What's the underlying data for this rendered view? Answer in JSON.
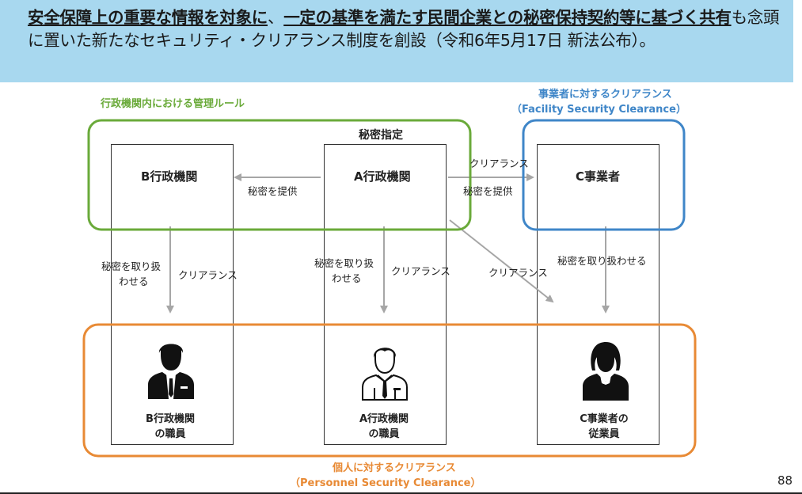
{
  "header": {
    "part1_bold": "安全保障上の重要な情報を対象に",
    "part2": "、",
    "part3_bold": "一定の基準を満たす民間企業との秘密保持契約等に基づく共有",
    "part4": "も念頭に置いた新たなセキュリティ・クリアランス制度を創設（令和6年5月17日 新法公布）。"
  },
  "labels": {
    "admin_rule": "行政機関内における管理ルール",
    "facility_title": "事業者に対するクリアランス",
    "facility_sub": "（Facility Security Clearance）",
    "personnel_title": "個人に対するクリアランス",
    "personnel_sub": "（Personnel Security Clearance）",
    "secret_designation": "秘密指定"
  },
  "orgs": {
    "b": "B行政機関",
    "a": "A行政機関",
    "c": "C事業者"
  },
  "arrows": {
    "provide_secret_left": "秘密を提供",
    "clearance_top": "クリアランス",
    "provide_secret_right": "秘密を提供",
    "b_handle_1": "秘密を取り扱",
    "b_handle_2": "わせる",
    "b_clearance": "クリアランス",
    "a_handle_1": "秘密を取り扱",
    "a_handle_2": "わせる",
    "a_clearance": "クリアランス",
    "diag_clearance": "クリアランス",
    "c_handle": "秘密を取り扱わせる"
  },
  "persons": {
    "b_line1": "B行政機関",
    "b_line2": "の職員",
    "a_line1": "A行政機関",
    "a_line2": "の職員",
    "c_line1": "C事業者の",
    "c_line2": "従業員"
  },
  "page_number": "88",
  "colors": {
    "header_bg": "#a8d8ef",
    "green": "#6aaa3a",
    "blue": "#3f86c8",
    "orange": "#e88a35"
  }
}
